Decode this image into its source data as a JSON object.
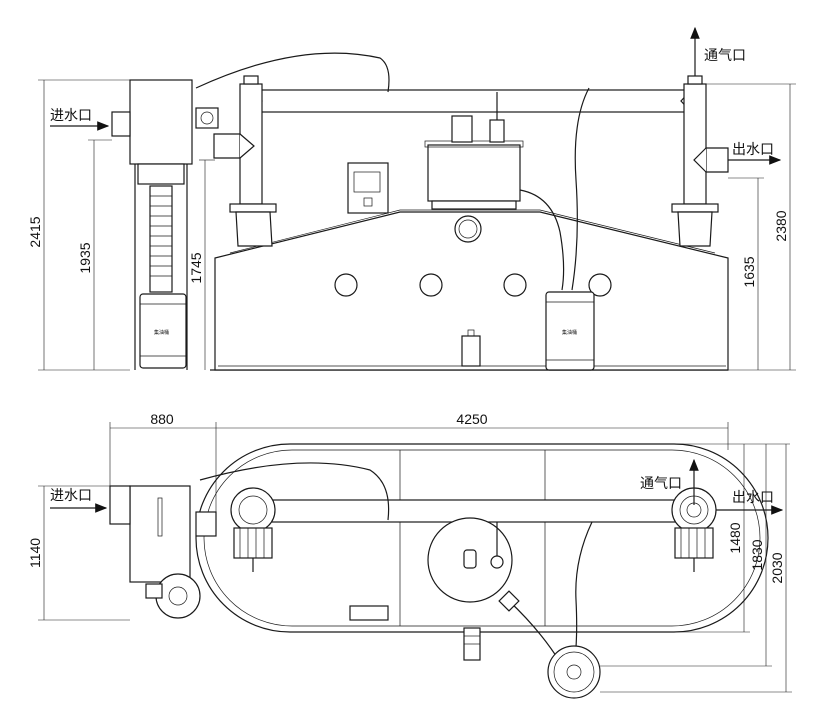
{
  "labels": {
    "inlet": "进水口",
    "outlet": "出水口",
    "vent": "通气口",
    "barrel": "集油桶"
  },
  "elevation_dimensions": {
    "overall_height_left": "2415",
    "inlet_height": "1935",
    "mid_height": "1745",
    "outlet_centre_height": "1635",
    "overall_height_right": "2380"
  },
  "plan_dimensions": {
    "inlet_offset": "880",
    "overall_length": "4250",
    "body_width": "1140",
    "outlet_offset": "1480",
    "width_with_pipe": "1830",
    "overall_width": "2030"
  },
  "colors": {
    "line": "#1a1a1a",
    "background": "#ffffff"
  }
}
